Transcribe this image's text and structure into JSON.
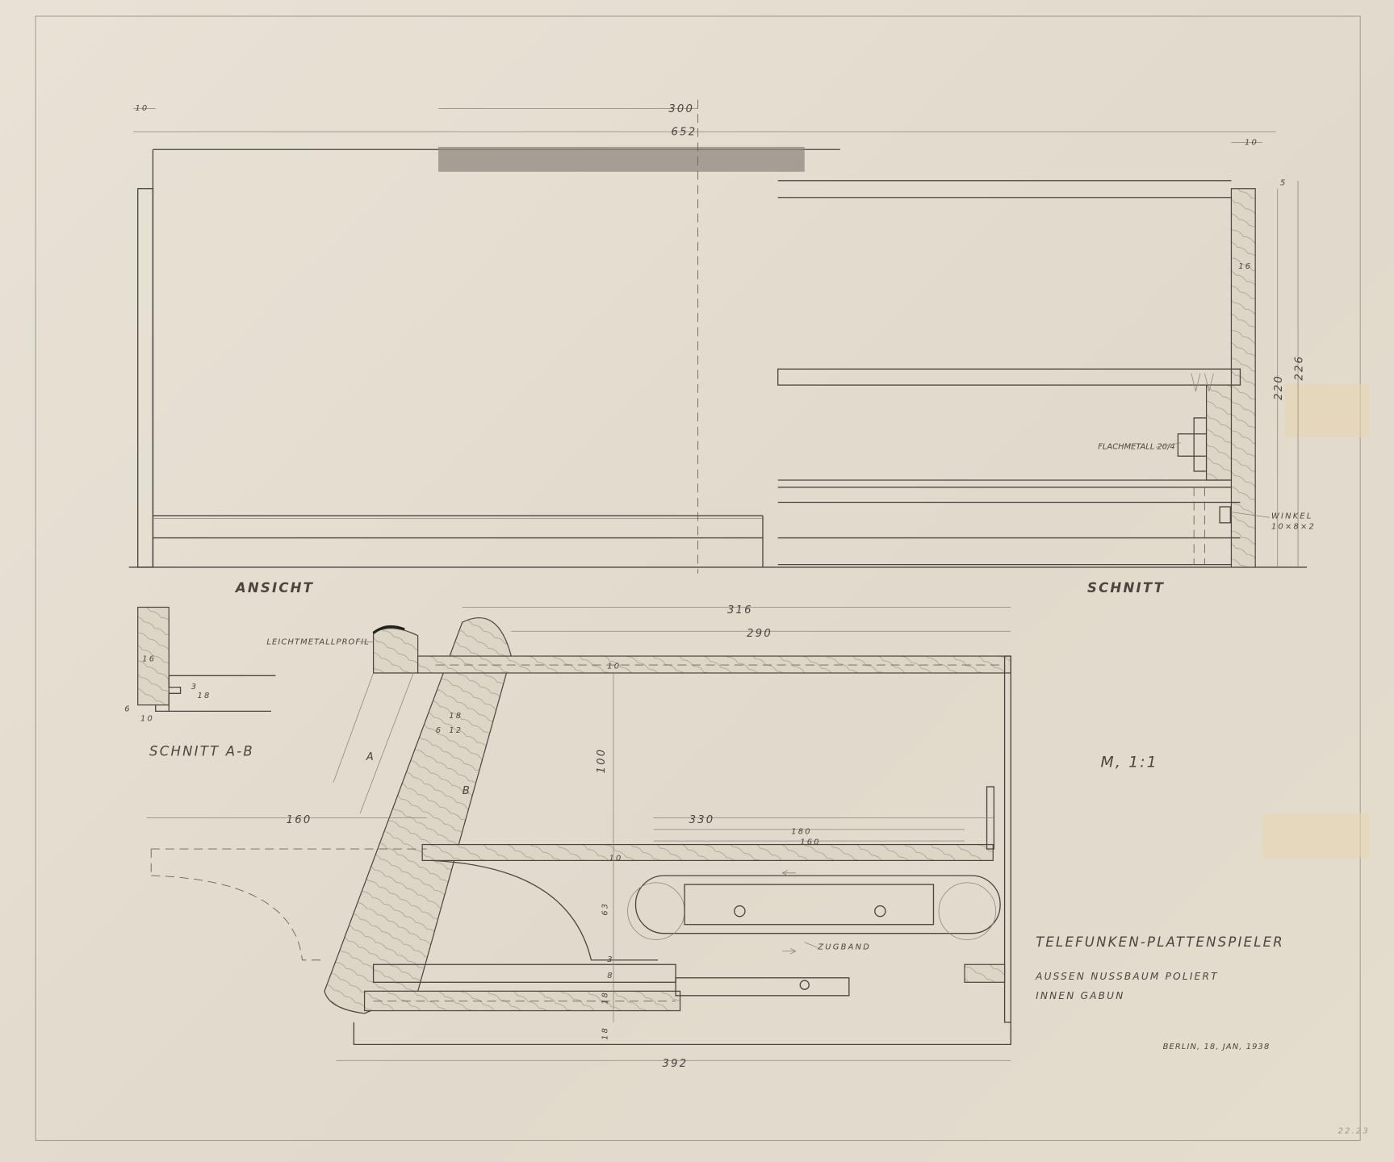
{
  "labels": {
    "ansicht": "ANSICHT",
    "schnitt": "SCHNITT",
    "schnitt_ab": "SCHNITT A-B",
    "scale": "M, 1:1",
    "leichtmetall": "LEICHTMETALLPROFIL",
    "flachmetall": "FLACHMETALL 20/4",
    "winkel": "WINKEL",
    "winkel_dim": "10×8×2",
    "zugband": "ZUGBAND",
    "section_a": "A",
    "section_b": "B"
  },
  "title_block": {
    "title": "TELEFUNKEN-PLATTENSPIELER",
    "line1": "AUSSEN NUSSBAUM POLIERT",
    "line2": "INNEN GABUN",
    "date": "BERLIN, 18, JAN, 1938",
    "sheet_no": "22.23"
  },
  "dimensions": {
    "top_width": "652",
    "top_half": "300",
    "top_left": "10",
    "top_right": "10",
    "height_inner": "220",
    "height_outer": "226",
    "right_16": "16",
    "right_5": "5",
    "ab_16": "16",
    "ab_10": "10",
    "ab_6": "6",
    "ab_18": "18",
    "ab_3": "3",
    "d316": "316",
    "d290": "290",
    "d10a": "10",
    "d100": "100",
    "d18": "18",
    "d6": "6",
    "d12": "12",
    "d160l": "160",
    "d330": "330",
    "d180": "180",
    "d160": "160",
    "d10b": "10",
    "d63": "63",
    "d3": "3",
    "d8": "8",
    "d18b": "18",
    "d18c": "18",
    "d392": "392"
  }
}
